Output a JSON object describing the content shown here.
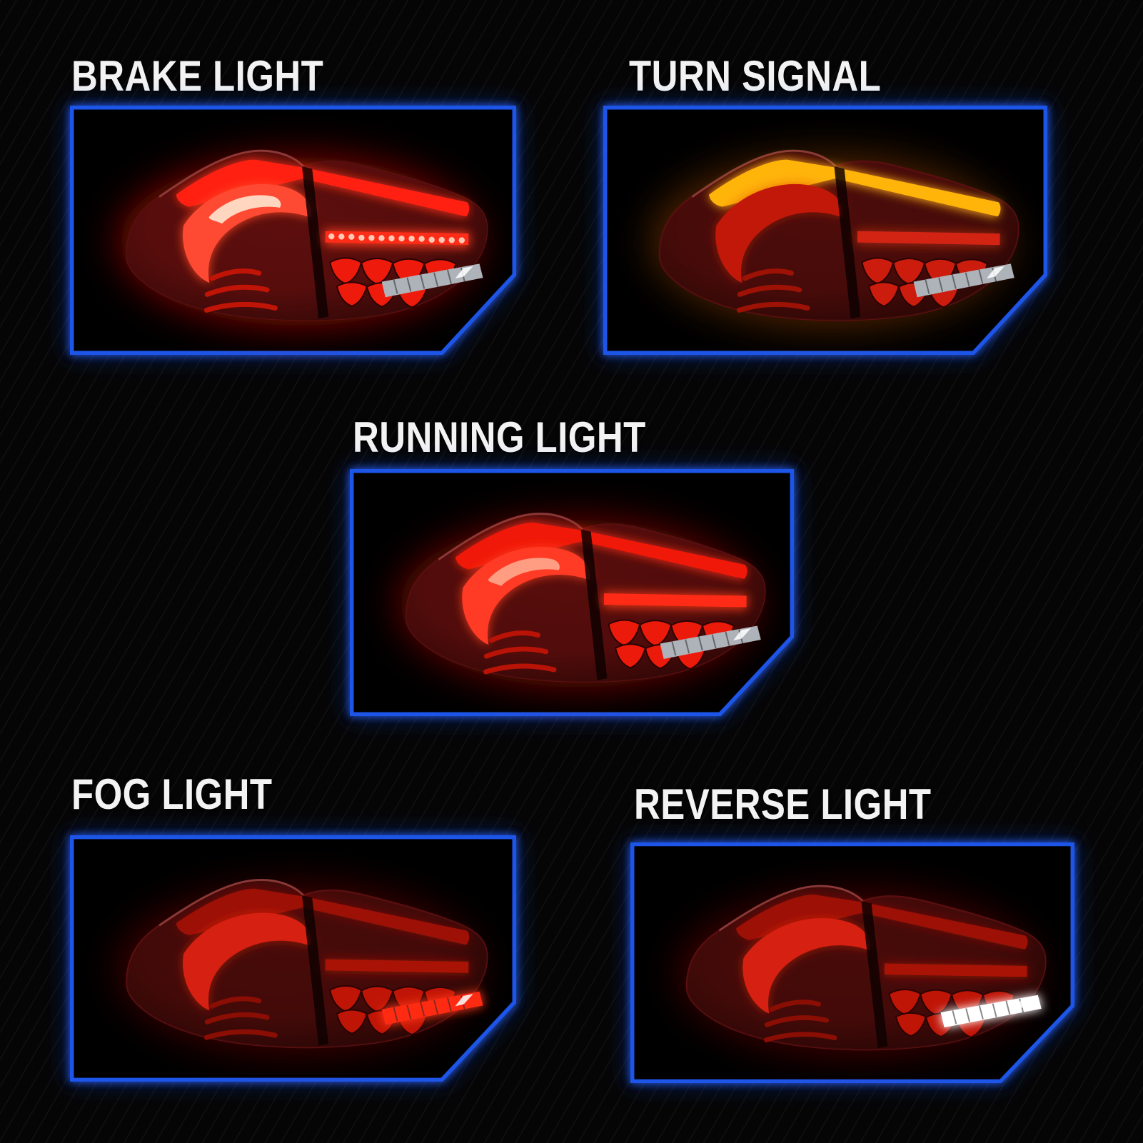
{
  "page": {
    "background": "#050505",
    "frame_color": "#1e55e8",
    "label_color": "#f3f3f3"
  },
  "panels": [
    {
      "id": "brake-light",
      "label": "BRAKE LIGHT",
      "colors": {
        "halo": "rgba(255,24,6,0.5)",
        "body": "#5c0e0d",
        "bar": "#ff2012",
        "bar-glow": "rgba(255,50,25,0.9)",
        "blade": "#ff4a33",
        "blade-glow": "rgba(255,70,35,0.95)",
        "blade-core": "#ffd7c0",
        "strip": "#ff2c18",
        "strip-glow": "rgba(255,60,30,0.9)",
        "dots": "#ffc9b4",
        "petal": "#ee1a0b",
        "petal-dim": "#c01407",
        "refl": "#aeb3b9",
        "refl-glow": "rgba(0,0,0,0)"
      }
    },
    {
      "id": "turn-signal",
      "label": "TURN SIGNAL",
      "colors": {
        "halo": "rgba(255,110,15,0.33)",
        "body": "#4c0c0a",
        "bar": "#ffb40a",
        "bar-glow": "rgba(255,175,20,0.95)",
        "blade": "#c2180a",
        "blade-glow": "rgba(215,45,20,0.5)",
        "blade-core": "rgba(0,0,0,0)",
        "strip": "#d32413",
        "strip-glow": "rgba(225,55,25,0.5)",
        "dots": "rgba(0,0,0,0)",
        "petal": "#cc1c0d",
        "petal-dim": "#9d1205",
        "refl": "#aeb3b9",
        "refl-glow": "rgba(0,0,0,0)"
      }
    },
    {
      "id": "running-light",
      "label": "RUNNING LIGHT",
      "colors": {
        "halo": "rgba(255,24,6,0.42)",
        "body": "#570d0c",
        "bar": "#f01808",
        "bar-glow": "rgba(255,45,22,0.85)",
        "blade": "#ff3a25",
        "blade-glow": "rgba(255,65,30,0.85)",
        "blade-core": "#ff9d82",
        "strip": "#ff2b16",
        "strip-glow": "rgba(255,60,28,0.8)",
        "dots": "rgba(0,0,0,0)",
        "petal": "#ec1a0a",
        "petal-dim": "#b81306",
        "refl": "#aeb3b9",
        "refl-glow": "rgba(0,0,0,0)"
      }
    },
    {
      "id": "fog-light",
      "label": "FOG LIGHT",
      "colors": {
        "halo": "rgba(215,16,5,0.3)",
        "body": "#470b09",
        "bar": "#9c1006",
        "bar-glow": "rgba(180,25,12,0.4)",
        "blade": "#d52012",
        "blade-glow": "rgba(225,40,20,0.55)",
        "blade-core": "rgba(0,0,0,0)",
        "strip": "#a81306",
        "strip-glow": "rgba(190,28,14,0.45)",
        "dots": "rgba(0,0,0,0)",
        "petal": "#bf1507",
        "petal-dim": "#8a0e04",
        "refl": "#ff2a12",
        "refl-glow": "rgba(255,55,25,0.95)"
      }
    },
    {
      "id": "reverse-light",
      "label": "REVERSE LIGHT",
      "colors": {
        "halo": "rgba(215,16,5,0.3)",
        "body": "#470b09",
        "bar": "#9c1006",
        "bar-glow": "rgba(180,25,12,0.4)",
        "blade": "#d52012",
        "blade-glow": "rgba(225,40,20,0.55)",
        "blade-core": "rgba(0,0,0,0)",
        "strip": "#a81306",
        "strip-glow": "rgba(190,28,14,0.45)",
        "dots": "rgba(0,0,0,0)",
        "petal": "#bf1507",
        "petal-dim": "#8a0e04",
        "refl": "#ffffff",
        "refl-glow": "rgba(255,255,255,0.95)"
      }
    }
  ]
}
